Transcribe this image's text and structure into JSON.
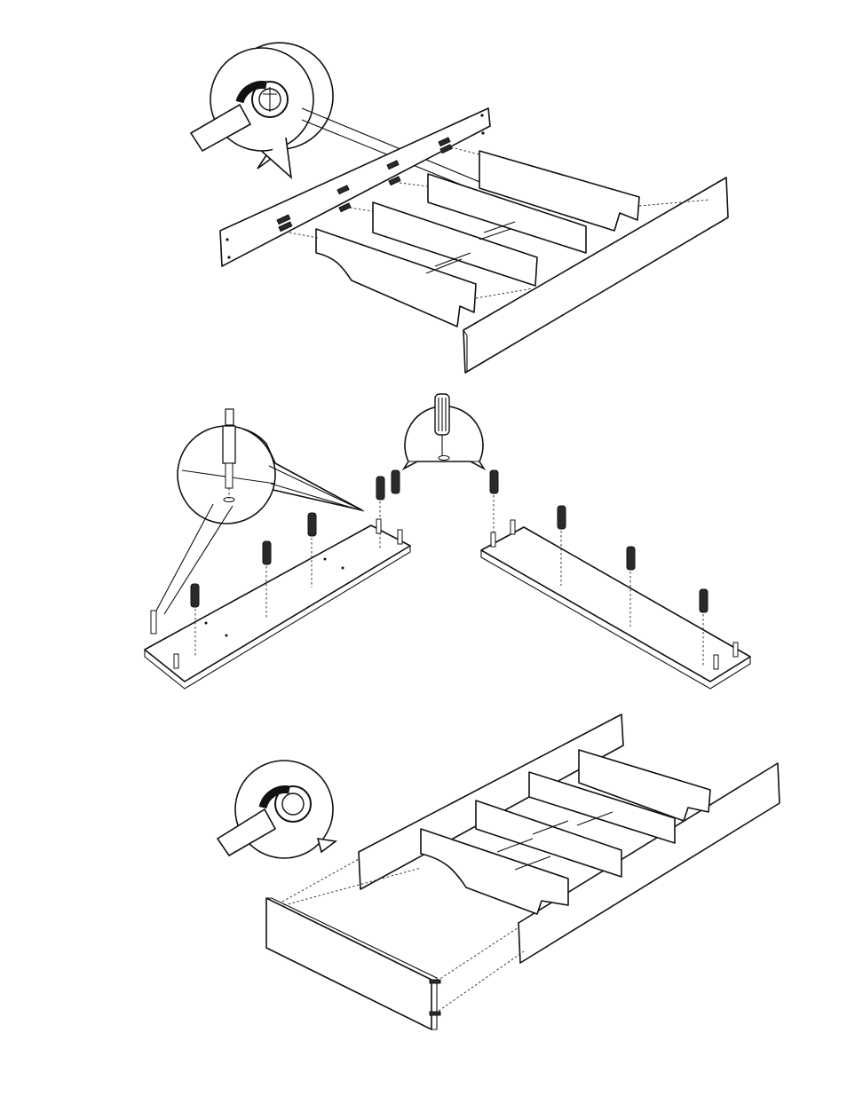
{
  "steps": [
    {
      "id": "step-1",
      "parts": [
        "end-panel",
        "slat",
        "slat",
        "slat",
        "side-rail",
        "cam-bolt"
      ],
      "tool": "screwdriver-icon"
    },
    {
      "id": "step-2",
      "parts": [
        "long-rail",
        "long-rail",
        "wooden-dowel",
        "cam-bolt"
      ],
      "tool": "hammer-icon"
    },
    {
      "id": "step-3",
      "parts": [
        "frame-assembly",
        "end-panel",
        "cam-bolt"
      ],
      "tool": "screwdriver-icon"
    }
  ],
  "colors": {
    "line": "#111111",
    "background": "#ffffff"
  }
}
